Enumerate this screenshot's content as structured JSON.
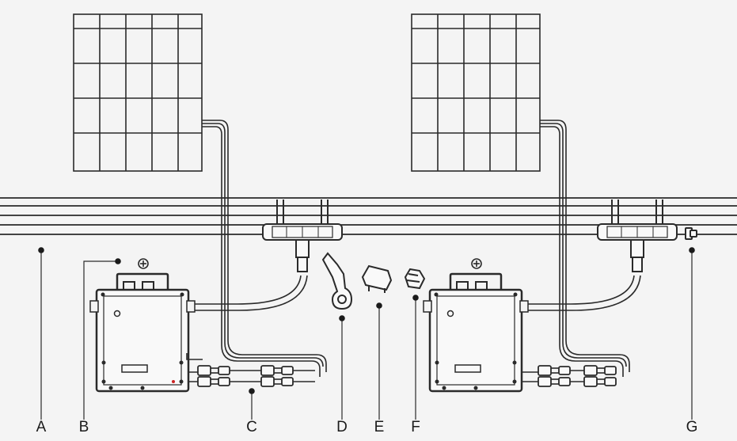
{
  "diagram": {
    "labels": [
      {
        "id": "A",
        "text": "A"
      },
      {
        "id": "B",
        "text": "B"
      },
      {
        "id": "C",
        "text": "C"
      },
      {
        "id": "D",
        "text": "D"
      },
      {
        "id": "E",
        "text": "E"
      },
      {
        "id": "F",
        "text": "F"
      },
      {
        "id": "G",
        "text": "G"
      }
    ],
    "colors": {
      "background": "#f4f4f4",
      "line": "#2a2a2a",
      "accent": "#cc2222"
    }
  }
}
